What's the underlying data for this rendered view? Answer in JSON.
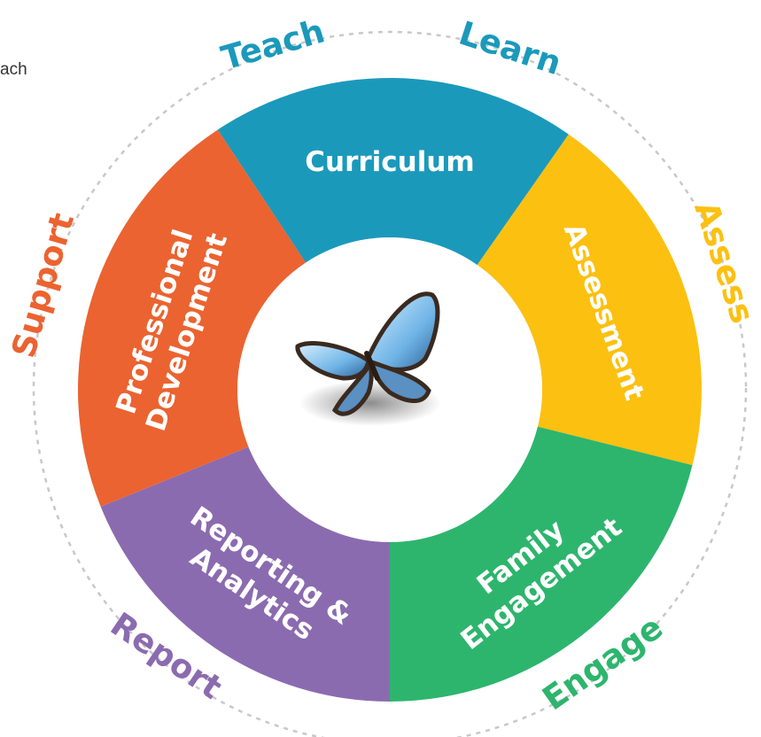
{
  "corner_text": "ach",
  "segments": [
    {
      "id": "curriculum",
      "lines": [
        "Curriculum"
      ],
      "color": "#1b99bb"
    },
    {
      "id": "assessment",
      "lines": [
        "Assessment"
      ],
      "color": "#fcc010"
    },
    {
      "id": "family-engagement",
      "lines": [
        "Family",
        "Engagement"
      ],
      "color": "#2db56d"
    },
    {
      "id": "reporting-analytics",
      "lines": [
        "Reporting &",
        "Analytics"
      ],
      "color": "#8b6bb0"
    },
    {
      "id": "professional-development",
      "lines": [
        "Professional",
        "Development"
      ],
      "color": "#eb6330"
    }
  ],
  "outer_labels": [
    {
      "id": "teach",
      "text": "Teach",
      "color": "#1b99bb"
    },
    {
      "id": "learn",
      "text": "Learn",
      "color": "#1b99bb"
    },
    {
      "id": "assess",
      "text": "Assess",
      "color": "#fcc010"
    },
    {
      "id": "engage",
      "text": "Engage",
      "color": "#2db56d"
    },
    {
      "id": "report",
      "text": "Report",
      "color": "#8b6bb0"
    },
    {
      "id": "support",
      "text": "Support",
      "color": "#eb6330"
    }
  ],
  "center_image": "butterfly",
  "dashed_ring_color": "#c8c8c8"
}
